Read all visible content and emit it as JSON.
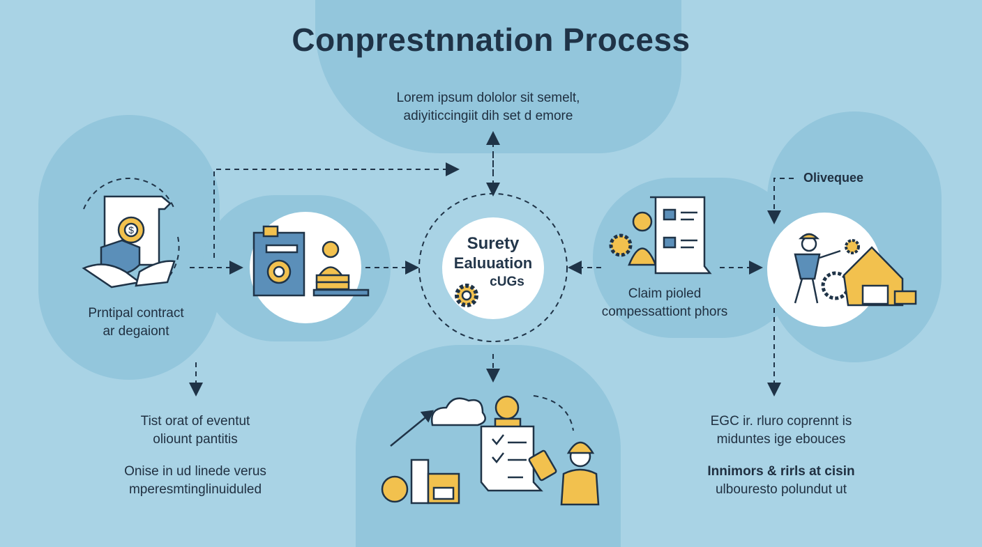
{
  "title": "Conprestnnation Process",
  "top_note": {
    "line1": "Lorem ipsum dololor sit semelt,",
    "line2": "adiyiticcingiit dih set d emore"
  },
  "left_label": {
    "line1": "Prntipal contract",
    "line2": "ar degaiont"
  },
  "center": {
    "line1": "Surety",
    "line2": "Ealuuation",
    "line3": "cUGs"
  },
  "claim_label": {
    "line1": "Claim pioled",
    "line2": "compessattiont phors"
  },
  "right_top_label": "Olivequee",
  "bottom_left": {
    "line1": "Tist orat of eventut",
    "line2": "oliount pantitis",
    "line3": "Onise in ud linede verus",
    "line4": "mperesmtinglinuiduled"
  },
  "bottom_right": {
    "line1": "EGC ir. rluro coprennt is",
    "line2": "miduntes ige ebouces",
    "line3": "Innimors & rirls at cisin",
    "line4": "ulbouresto polundut ut"
  },
  "colors": {
    "background": "#a9d3e5",
    "blob": "#93c6dc",
    "accent_yellow": "#f2c14e",
    "icon_blue": "#5b8fb9",
    "stroke_dark": "#1f3347"
  },
  "icons": [
    "contract-shield-icon",
    "document-worker-icon",
    "gear-icon",
    "checklist-worker-icon",
    "worker-house-icon",
    "construction-claims-icon"
  ]
}
